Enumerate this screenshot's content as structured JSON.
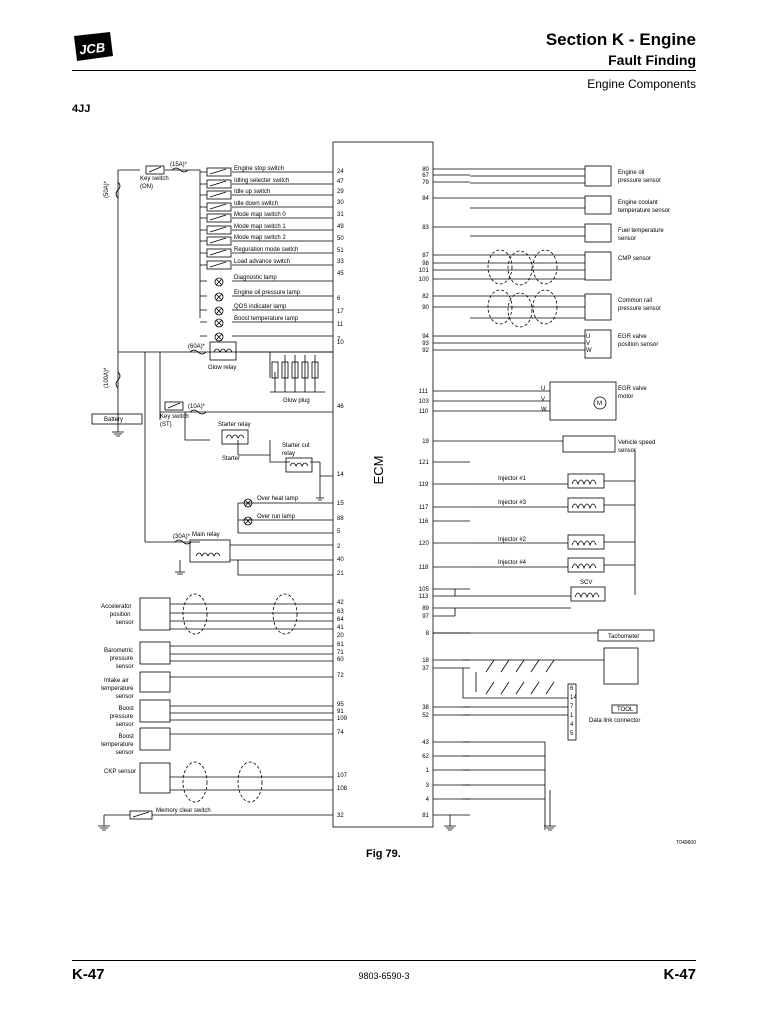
{
  "header": {
    "brand": "JCB",
    "title": "Section K - Engine",
    "subtitle": "Fault Finding",
    "topic": "Engine Components",
    "model": "4JJ"
  },
  "diagram": {
    "ecm_label": "ECM",
    "left_pins": [
      {
        "pin": "24",
        "label": "Engine stop switch",
        "kind": "switch"
      },
      {
        "pin": "47",
        "label": "Idling selecter switch",
        "kind": "switch"
      },
      {
        "pin": "29",
        "label": "Idle up switch",
        "kind": "switch"
      },
      {
        "pin": "30",
        "label": "Idle down switch",
        "kind": "switch"
      },
      {
        "pin": "31",
        "label": "Mode map switch 0",
        "kind": "switch"
      },
      {
        "pin": "49",
        "label": "Mode map switch 1",
        "kind": "switch"
      },
      {
        "pin": "50",
        "label": "Mode map switch 2",
        "kind": "switch"
      },
      {
        "pin": "51",
        "label": "Reguration mode switch",
        "kind": "switch"
      },
      {
        "pin": "33",
        "label": "Load advance switch",
        "kind": "switch"
      },
      {
        "pin": "45",
        "label": "Diagnostic lamp",
        "kind": "lamp"
      },
      {
        "pin": "6",
        "label": "Engine oil pressure lamp",
        "kind": "lamp"
      },
      {
        "pin": "17",
        "label": "QOS indicater lamp",
        "kind": "lamp"
      },
      {
        "pin": "11",
        "label": "Boost temperature lamp",
        "kind": "lamp"
      },
      {
        "pin": "7",
        "label": "",
        "kind": "lamp"
      }
    ],
    "left_misc_pins": [
      "10",
      "46",
      "14",
      "15",
      "88",
      "5",
      "2",
      "40",
      "21",
      "42",
      "63",
      "64",
      "41",
      "20",
      "61",
      "71",
      "60",
      "72",
      "95",
      "91",
      "109",
      "74",
      "107",
      "108",
      "32"
    ],
    "left_labels": {
      "fuse_15a": "(15A)*",
      "fuse_50a": "(50A)*",
      "fuse_60a": "(60A)*",
      "fuse_100a": "(100A)*",
      "fuse_10a": "(10A)*",
      "fuse_30a": "(30A)*",
      "key_switch_on_1": "Key switch",
      "key_switch_on_2": "(ON)",
      "key_switch_st_1": "Key switch",
      "key_switch_st_2": "(ST)",
      "glow_relay": "Glow relay",
      "glow_plug": "Glow plug",
      "battery": "Battery",
      "starter_relay": "Starter relay",
      "starter": "Starter",
      "starter_cut_relay_1": "Starter cut",
      "starter_cut_relay_2": "relay",
      "over_heat_lamp": "Over heat lamp",
      "over_run_lamp": "Over run lamp",
      "main_relay": "Main relay",
      "accel_sensor_1": "Accelerator",
      "accel_sensor_2": "position",
      "accel_sensor_3": "sensor",
      "baro_sensor_1": "Barometric",
      "baro_sensor_2": "pressure",
      "baro_sensor_3": "sensor",
      "iat_sensor_1": "Intake air",
      "iat_sensor_2": "temperature",
      "iat_sensor_3": "sensor",
      "boost_p_1": "Boost",
      "boost_p_2": "pressure",
      "boost_p_3": "sensor",
      "boost_t_1": "Boost",
      "boost_t_2": "temperature",
      "boost_t_3": "sensor",
      "ckp_sensor": "CKP sensor",
      "memory_clear": "Memory clear switch"
    },
    "right_pins": [
      "80",
      "67",
      "79",
      "84",
      "83",
      "87",
      "98",
      "101",
      "100",
      "82",
      "90",
      "94",
      "93",
      "92",
      "111",
      "103",
      "110",
      "19",
      "121",
      "119",
      "117",
      "116",
      "120",
      "118",
      "105",
      "113",
      "89",
      "97",
      "8",
      "18",
      "37",
      "38",
      "52",
      "43",
      "62",
      "1",
      "3",
      "4",
      "81"
    ],
    "right_labels": {
      "oil_p_1": "Engine oil",
      "oil_p_2": "pressure sensor",
      "ect_1": "Engine coolant",
      "ect_2": "temperature sensor",
      "fuel_t_1": "Fuel temperature",
      "fuel_t_2": "sensor",
      "cmp": "CMP sensor",
      "rail_1": "Common rail",
      "rail_2": "pressure sensor",
      "egr_pos_1": "EGR valve",
      "egr_pos_2": "position sensor",
      "egr_motor_1": "EGR valve",
      "egr_motor_2": "motor",
      "vss_1": "Vehicle speed",
      "vss_2": "sensor",
      "inj1": "Injector #1",
      "inj3": "Injector #3",
      "inj2": "Injector #2",
      "inj4": "Injector #4",
      "scv": "SCV",
      "tacho": "Tachometer",
      "tool": "TOOL",
      "dlc": "Data link connector",
      "u": "U",
      "v": "V",
      "w": "W",
      "m": "M"
    },
    "dlc_pins": [
      "6",
      "14",
      "7",
      "1",
      "4",
      "5"
    ],
    "ref_code": "T049600"
  },
  "figure": {
    "caption": "Fig 79."
  },
  "footer": {
    "page_left": "K-47",
    "doc_number": "9803-6590-3",
    "page_right": "K-47"
  }
}
